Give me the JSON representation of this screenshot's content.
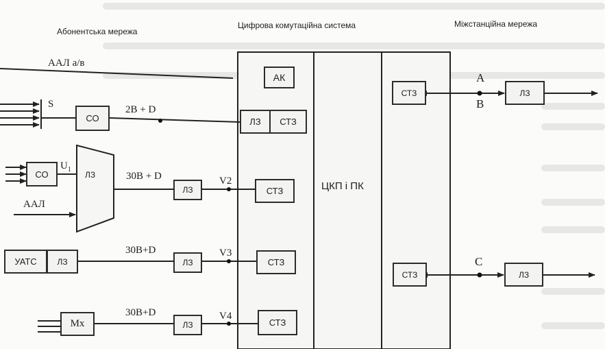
{
  "headers": {
    "subscriber_network": "Абонентська мережа",
    "digital_switching_system": "Цифрова комутаційна система",
    "interexchange_network": "Міжстанційна мережа"
  },
  "center_block": "ЦКП і ПК",
  "blocks": {
    "ak": "АК",
    "lz_top": "ЛЗ",
    "stz_top": "СТЗ",
    "co1": "СО",
    "co2": "СО",
    "mux_lz": "ЛЗ",
    "lz_v2": "ЛЗ",
    "stz_v2": "СТЗ",
    "uats": "УАТС",
    "uats_lz": "ЛЗ",
    "lz_v3": "ЛЗ",
    "stz_v3": "СТЗ",
    "mx": "Мх",
    "lz_v4": "ЛЗ",
    "stz_v4": "СТЗ",
    "stz_right_top": "СТЗ",
    "lz_right_top": "ЛЗ",
    "stz_right_bottom": "СТЗ",
    "lz_right_bottom": "ЛЗ"
  },
  "labels": {
    "aal_ab": "ААЛ а/в",
    "s": "S",
    "rate_2bd": "2В + D",
    "u1": "U",
    "u1_sub": "1",
    "rate_30bd_1": "30В + D",
    "aal": "ААЛ",
    "v2": "V2",
    "rate_30bd_2": "30В+D",
    "v3": "V3",
    "rate_30bd_3": "30В+D",
    "v4": "V4",
    "point_a": "A",
    "point_b": "B",
    "point_c": "C"
  }
}
